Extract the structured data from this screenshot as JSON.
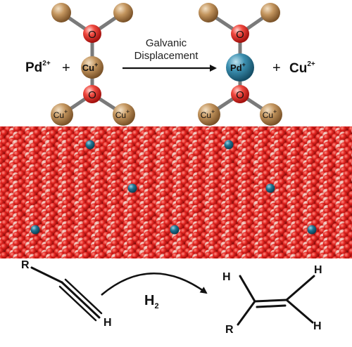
{
  "reaction_top": {
    "reactant_ion": "Pd",
    "reactant_ion_charge": "2+",
    "plus_left": "+",
    "arrow_label_line1": "Galvanic",
    "arrow_label_line2": "Displacement",
    "product_ion": "Cu",
    "product_ion_charge": "2+",
    "plus_right": "+",
    "left_complex": {
      "center_atom": "Cu",
      "center_charge": "+",
      "oxygen_label": "O",
      "bottom_left_atom": "Cu",
      "bottom_left_charge": "+",
      "bottom_right_atom": "Cu",
      "bottom_right_charge": "+"
    },
    "right_complex": {
      "center_atom": "Pd",
      "center_charge": "+",
      "oxygen_label": "O",
      "bottom_left_atom": "Cu",
      "bottom_left_charge": "+",
      "bottom_right_atom": "Cu",
      "bottom_right_charge": "+"
    }
  },
  "reaction_bottom": {
    "substituent_R_alkyne": "R",
    "terminal_H_alkyne": "H",
    "reagent": "H",
    "reagent_subscript": "2",
    "alkene_H_top_left": "H",
    "alkene_H_top_right": "H",
    "alkene_H_bottom_right": "H",
    "alkene_R_bottom_left": "R"
  },
  "colors": {
    "copper_atom": "#a8763f",
    "oxygen_atom": "#e8231e",
    "palladium_atom": "#2f7c9a",
    "surface_copper": "#e2948a",
    "surface_oxygen": "#d81e1c",
    "bond_gray": "#7a7a7a"
  }
}
